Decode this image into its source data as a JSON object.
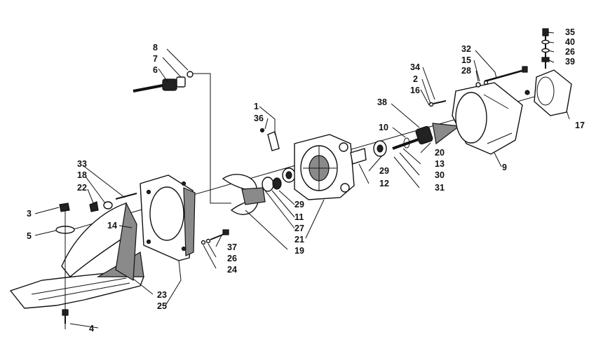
{
  "callouts": {
    "c1": "1",
    "c2": "2",
    "c3": "3",
    "c4": "4",
    "c5": "5",
    "c6": "6",
    "c7": "7",
    "c8": "8",
    "c9": "9",
    "c10": "10",
    "c11": "11",
    "c12": "12",
    "c13": "13",
    "c14": "14",
    "c15": "15",
    "c16": "16",
    "c17": "17",
    "c18": "18",
    "c19": "19",
    "c20": "20",
    "c21": "21",
    "c22": "22",
    "c23": "23",
    "c24": "24",
    "c25": "25",
    "c26a": "26",
    "c26b": "26",
    "c27": "27",
    "c28": "28",
    "c29a": "29",
    "c29b": "29",
    "c30": "30",
    "c31": "31",
    "c32": "32",
    "c33": "33",
    "c34": "34",
    "c35": "35",
    "c36": "36",
    "c37": "37",
    "c38": "38",
    "c39": "39",
    "c40": "40"
  },
  "colors": {
    "ink": "#111111",
    "paper": "#ffffff",
    "shade": "#8a8a8a"
  }
}
